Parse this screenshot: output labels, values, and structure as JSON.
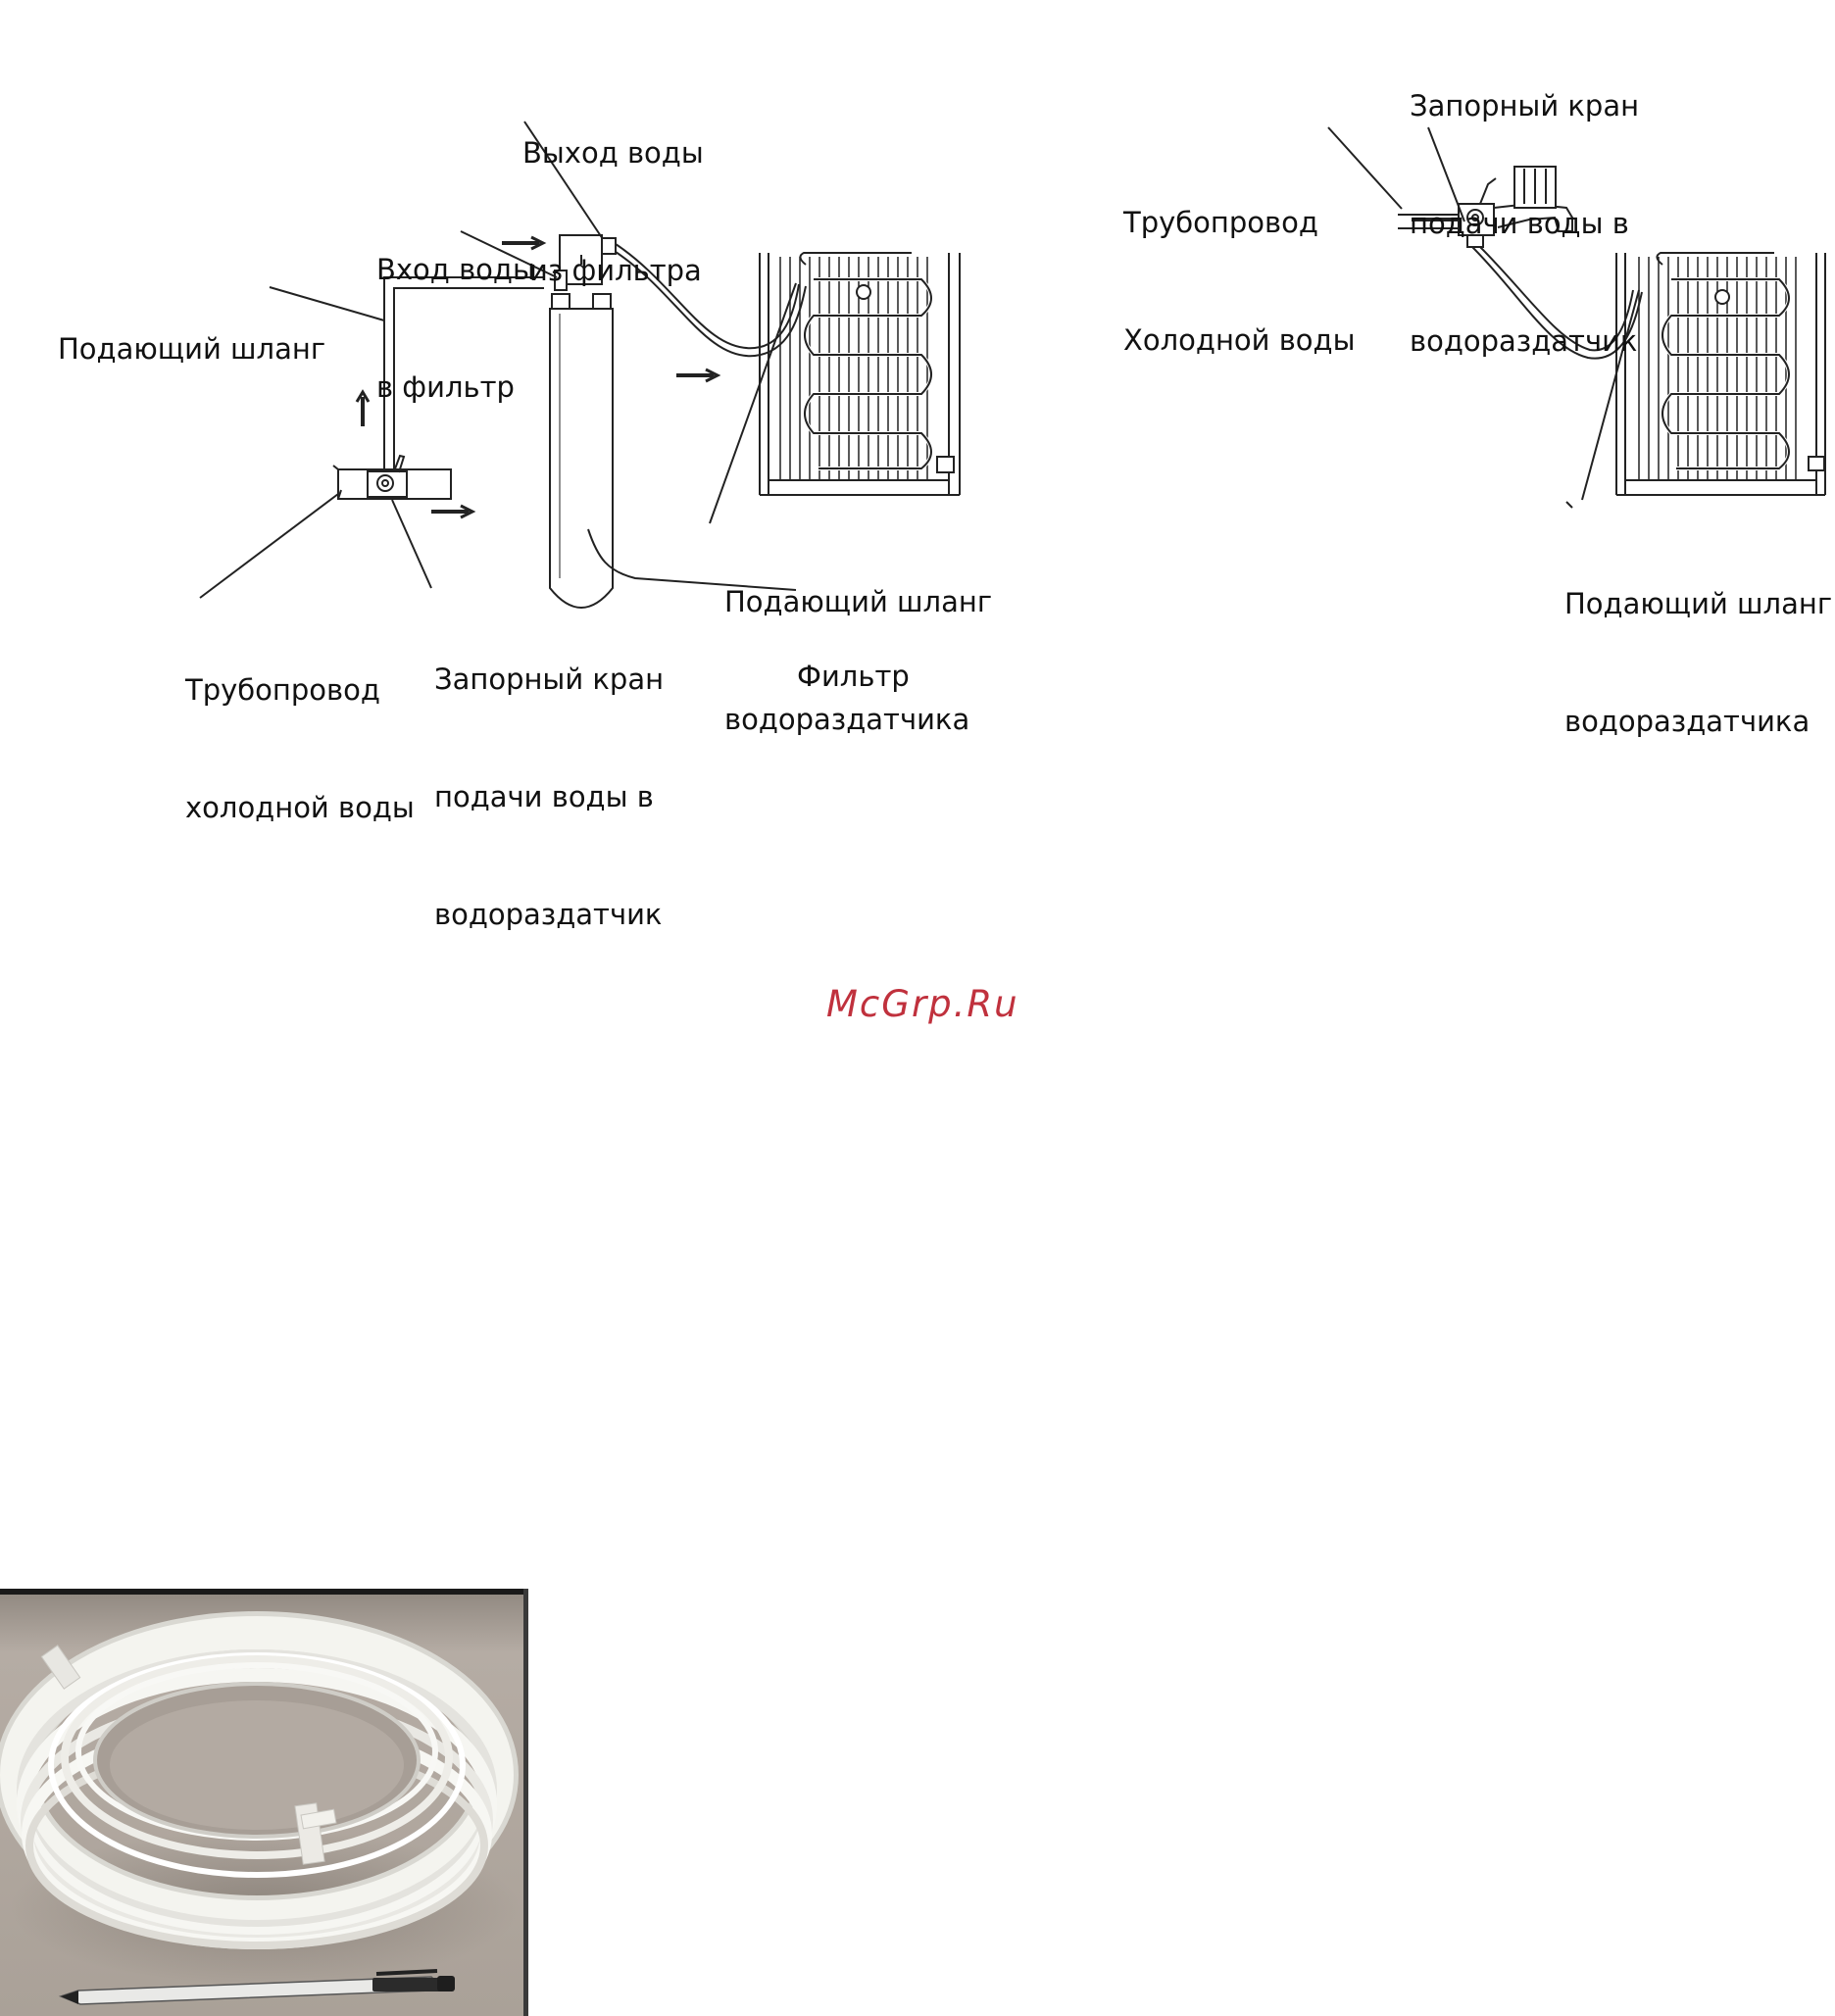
{
  "diagram_left": {
    "labels": {
      "outlet": [
        "Выход воды",
        "из фильтра"
      ],
      "inlet": [
        "Вход воды",
        "в фильтр"
      ],
      "supply_hose": [
        "Подающий шланг"
      ],
      "cold_pipe": [
        "Трубопровод",
        "холодной воды"
      ],
      "shutoff_valve": [
        "Запорный кран",
        "подачи воды в",
        "водораздатчик"
      ],
      "dispenser_hose": [
        "Подающий шланг",
        "водораздатчика"
      ],
      "filter": [
        "Фильтр"
      ]
    }
  },
  "diagram_right": {
    "labels": {
      "shutoff_valve": [
        "Запорный кран",
        "подачи воды в",
        "водораздатчик"
      ],
      "cold_pipe": [
        "Трубопровод",
        "Холодной воды"
      ],
      "dispenser_hose": [
        "Подающий шланг",
        "водораздатчика"
      ]
    }
  },
  "watermark": {
    "text": "McGrp.Ru",
    "color": "#c0313d"
  },
  "photo": {
    "subject": "coil-of-white-tubing-with-pen",
    "background_color": "#b5aca4",
    "tube_color": "#f4f4ef"
  }
}
